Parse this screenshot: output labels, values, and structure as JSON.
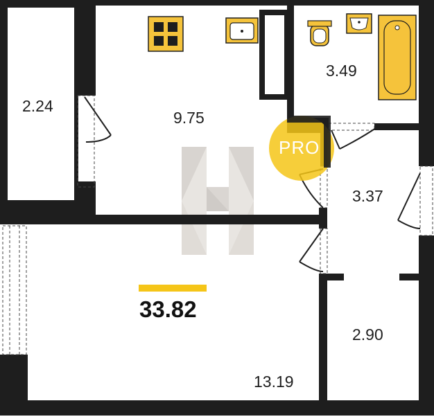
{
  "plan": {
    "total_area": "33.82",
    "rooms": [
      {
        "id": "balcony",
        "area": "2.24"
      },
      {
        "id": "kitchen",
        "area": "9.75"
      },
      {
        "id": "bathroom",
        "area": "3.49"
      },
      {
        "id": "hallway",
        "area": "3.37"
      },
      {
        "id": "storage",
        "area": "2.90"
      },
      {
        "id": "living-room",
        "area": "13.19"
      }
    ]
  },
  "badge": {
    "text": "PRO",
    "color": "#f5c518"
  },
  "colors": {
    "wall": "#1e1e1e",
    "fixture": "#f5c33b",
    "accent": "#f5c518",
    "watermark": "#c9c3bb"
  }
}
